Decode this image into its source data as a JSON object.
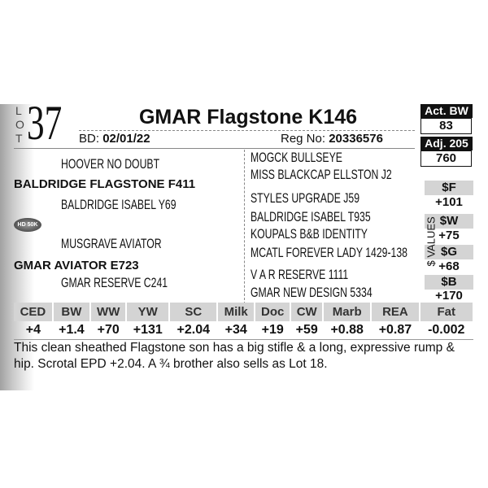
{
  "lot": {
    "letters": [
      "L",
      "O",
      "T"
    ],
    "number": "37"
  },
  "title": "GMAR Flagstone K146",
  "bd_label": "BD:",
  "bd": "02/01/22",
  "reg_label": "Reg No:",
  "reg": "20336576",
  "act_bw": {
    "label": "Act. BW",
    "value": "83"
  },
  "adj205": {
    "label": "Adj. 205",
    "value": "760"
  },
  "dollar_values_label": "$ VALUES",
  "dollar_values": [
    {
      "label": "$F",
      "value": "+101"
    },
    {
      "label": "$W",
      "value": "+75"
    },
    {
      "label": "$G",
      "value": "+68"
    },
    {
      "label": "$B",
      "value": "+170"
    }
  ],
  "pedigree": {
    "sire": "BALDRIDGE FLAGSTONE F411",
    "sire_sire": "HOOVER NO DOUBT",
    "sire_dam": "BALDRIDGE ISABEL Y69",
    "dam": "GMAR AVIATOR E723",
    "dam_sire": "MUSGRAVE AVIATOR",
    "dam_dam": "GMAR RESERVE C241",
    "right": [
      "MOGCK BULLSEYE",
      "MISS BLACKCAP ELLSTON J2",
      "STYLES UPGRADE J59",
      "BALDRIDGE ISABEL T935",
      "KOUPALS B&B IDENTITY",
      "MCATL FOREVER LADY 1429-138",
      "V A R RESERVE 1111",
      "GMAR NEW DESIGN 5334"
    ]
  },
  "badge": "HD 50K",
  "epd": {
    "headers": [
      "CED",
      "BW",
      "WW",
      "YW",
      "SC",
      "Milk",
      "Doc",
      "CW",
      "Marb",
      "REA",
      "Fat"
    ],
    "values": [
      "+4",
      "+1.4",
      "+70",
      "+131",
      "+2.04",
      "+34",
      "+19",
      "+59",
      "+0.88",
      "+0.87",
      "-0.002"
    ]
  },
  "description": "This clean sheathed Flagstone son has a big stifle & a long, expressive rump & hip.  Scrotal EPD +2.04.  A ¾ brother also sells as Lot 18."
}
